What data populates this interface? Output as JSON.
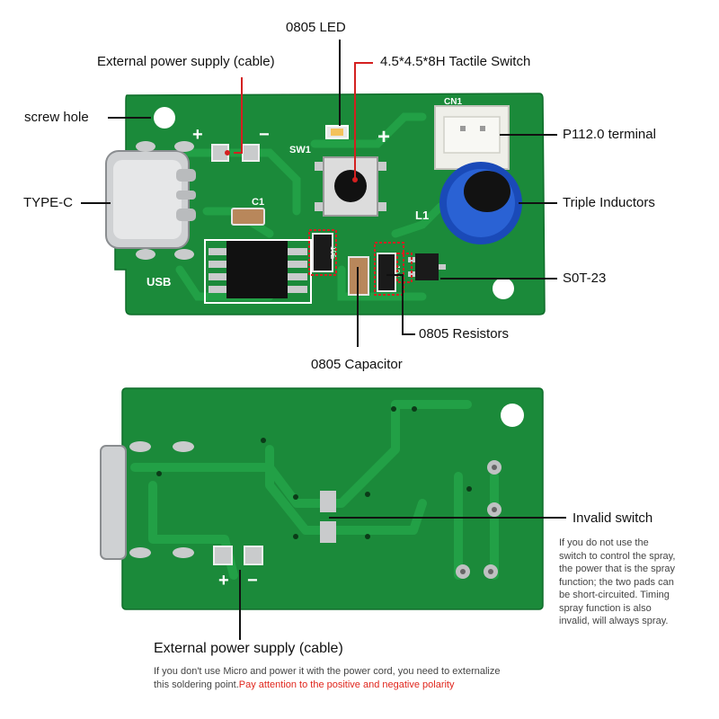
{
  "colors": {
    "pcb": "#1b8a3a",
    "pcb_dark": "#0e6a28",
    "trace": "#22a046",
    "pad": "#c9cbcc",
    "leader": "#111111",
    "highlight": "#d42020",
    "warning_text": "#e0261d"
  },
  "top_board": {
    "silkscreen": {
      "plus_left": "+",
      "minus_left": "−",
      "plus_right": "+",
      "sw1": "SW1",
      "c1": "C1",
      "l1": "L1",
      "cn1": "CN1",
      "usb": "USB",
      "r_code_1": "10E",
      "r_code_2": "104"
    },
    "labels": {
      "led": "0805 LED",
      "ext_power": "External power supply (cable)",
      "switch": "4.5*4.5*8H Tactile Switch",
      "screw_hole": "screw hole",
      "terminal": "P112.0 terminal",
      "type_c": "TYPE-C",
      "inductors": "Triple Inductors",
      "sot23": "S0T-23",
      "resistors": "0805 Resistors",
      "capacitor": "0805 Capacitor"
    }
  },
  "bottom_board": {
    "silkscreen": {
      "plus": "+",
      "minus": "−"
    },
    "labels": {
      "invalid_switch": "Invalid switch",
      "invalid_switch_note": [
        "If you do not use the",
        "switch to control the spray,",
        "the power that is the spray",
        "function; the two pads can",
        "be short-circuited. Timing",
        "spray function is also",
        "invalid, will always spray."
      ],
      "ext_power": "External power supply (cable)",
      "ext_power_note_line1": "If you don't use Micro and power it with the power cord, you need to externalize",
      "ext_power_note_line2_black": "this soldering point.",
      "ext_power_note_line2_red": "Pay attention to the positive and negative polarity"
    }
  }
}
